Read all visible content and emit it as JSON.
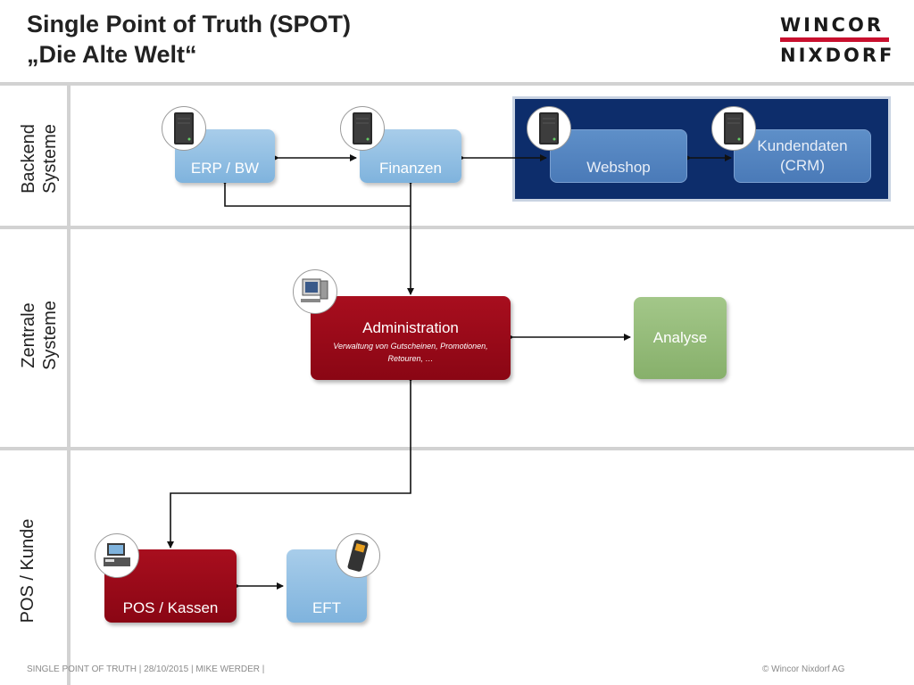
{
  "title": {
    "line1": "Single Point of Truth (SPOT)",
    "line2": "„Die Alte Welt“"
  },
  "logo": {
    "line1": "WINCOR",
    "line2": "NIXDORF"
  },
  "rows": [
    {
      "line1": "Backend",
      "line2": "Systeme"
    },
    {
      "line1": "Zentrale",
      "line2": "Systeme"
    },
    {
      "line1": "POS / Kunde",
      "line2": ""
    }
  ],
  "boxes": {
    "erp": {
      "label": "ERP / BW",
      "icon": "server-icon"
    },
    "finanzen": {
      "label": "Finanzen",
      "icon": "server-icon"
    },
    "webshop": {
      "label": "Webshop",
      "icon": "server-icon"
    },
    "crm": {
      "label_line1": "Kundendaten",
      "label_line2": "(CRM)",
      "icon": "server-icon"
    },
    "administration": {
      "label": "Administration",
      "sub_line1": "Verwaltung von Gutscheinen, Promotionen,",
      "sub_line2": "Retouren, …",
      "icon": "desktop-computer-icon"
    },
    "analyse": {
      "label": "Analyse"
    },
    "pos": {
      "label": "POS / Kassen",
      "icon": "cash-register-icon"
    },
    "eft": {
      "label": "EFT",
      "icon": "card-terminal-icon"
    }
  },
  "colors": {
    "red": "#a80e1e",
    "blue": "#7fb3dd",
    "green": "#87b06b",
    "panel": "#0d2d6b",
    "logo_bar": "#c8102e"
  },
  "footer": {
    "left": "SINGLE POINT OF TRUTH | 28/10/2015 | MIKE WERDER |",
    "right": "© Wincor Nixdorf AG"
  }
}
